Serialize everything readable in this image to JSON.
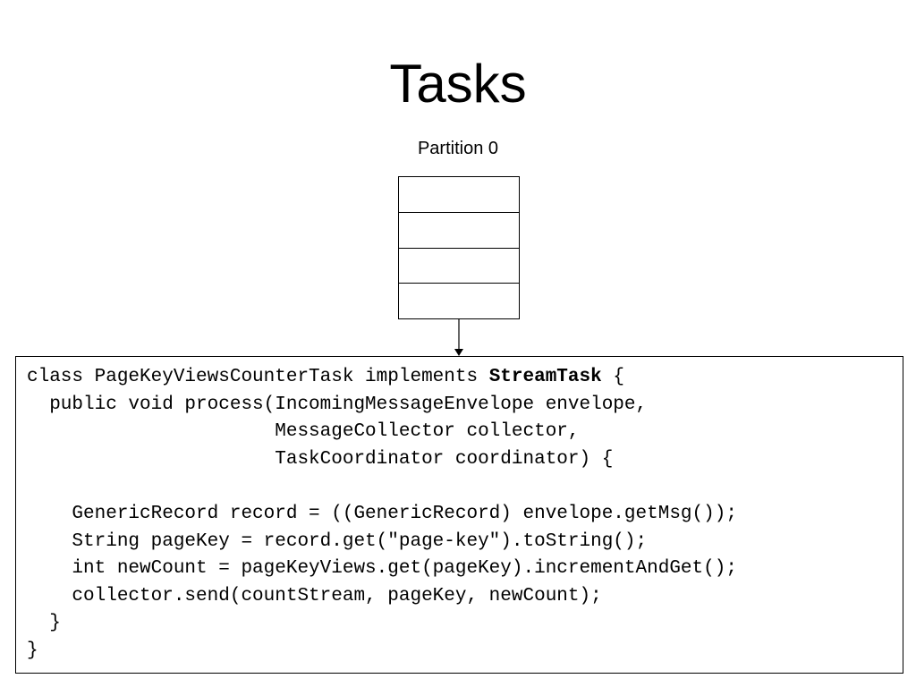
{
  "title": "Tasks",
  "partition": {
    "label": "Partition 0",
    "cell_count": 4
  },
  "code": {
    "lines": [
      {
        "before": "class PageKeyViewsCounterTask implements ",
        "bold": "StreamTask",
        "after": " {"
      },
      {
        "before": "  public void process(IncomingMessageEnvelope envelope,",
        "bold": "",
        "after": ""
      },
      {
        "before": "                      MessageCollector collector,",
        "bold": "",
        "after": ""
      },
      {
        "before": "                      TaskCoordinator coordinator) {",
        "bold": "",
        "after": ""
      },
      {
        "before": "",
        "bold": "",
        "after": ""
      },
      {
        "before": "    GenericRecord record = ((GenericRecord) envelope.getMsg());",
        "bold": "",
        "after": ""
      },
      {
        "before": "    String pageKey = record.get(\"page-key\").toString();",
        "bold": "",
        "after": ""
      },
      {
        "before": "    int newCount = pageKeyViews.get(pageKey).incrementAndGet();",
        "bold": "",
        "after": ""
      },
      {
        "before": "    collector.send(countStream, pageKey, newCount);",
        "bold": "",
        "after": ""
      },
      {
        "before": "  }",
        "bold": "",
        "after": ""
      },
      {
        "before": "}",
        "bold": "",
        "after": ""
      }
    ]
  }
}
